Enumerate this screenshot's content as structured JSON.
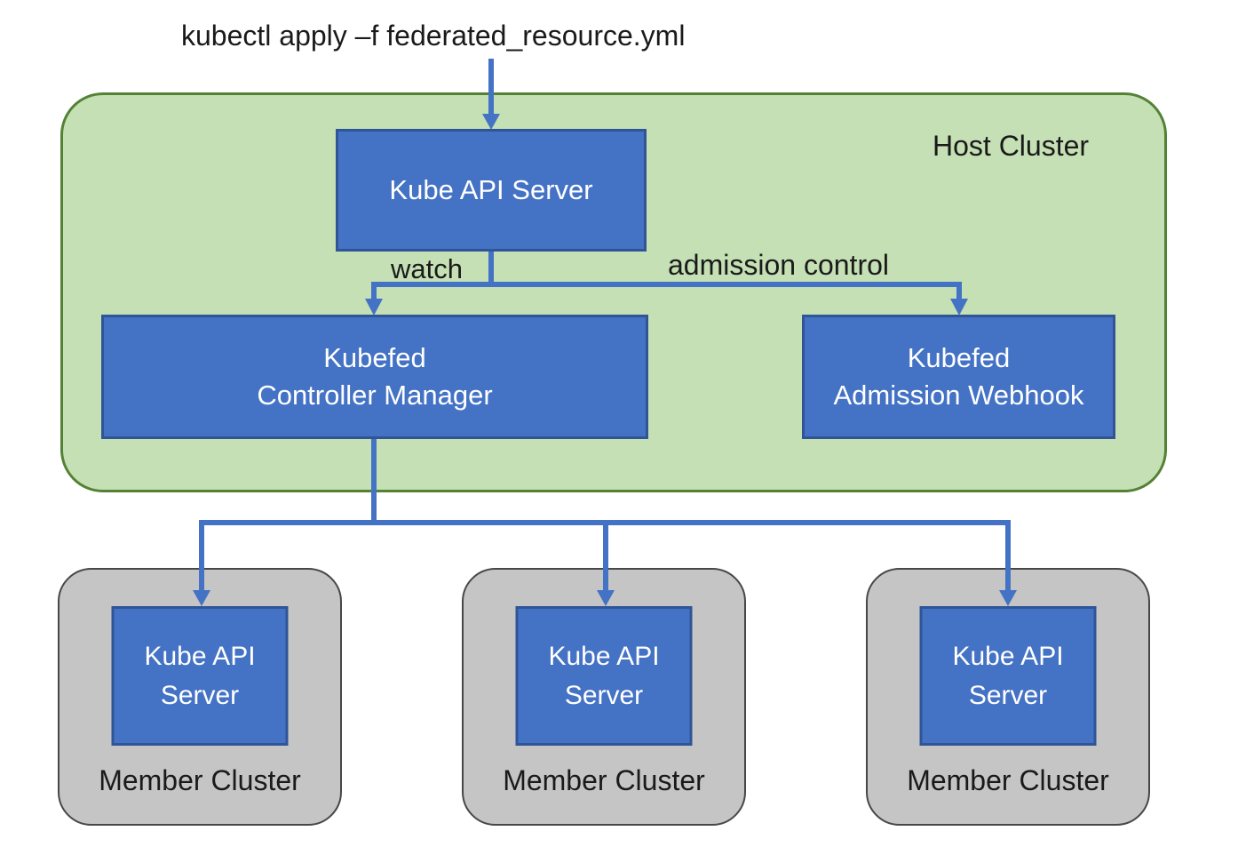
{
  "command": "kubectl apply –f federated_resource.yml",
  "colors": {
    "node_fill": "#4472C4",
    "node_border": "#2F5597",
    "host_fill": "#C5E0B4",
    "host_border": "#548235",
    "member_fill": "#C5C5C5",
    "member_border": "#474747",
    "arrow": "#4472C4"
  },
  "host_cluster": {
    "label": "Host Cluster",
    "nodes": {
      "kube_api_server": {
        "label": "Kube API Server"
      },
      "controller_manager": {
        "label": "Kubefed\nController Manager"
      },
      "admission_webhook": {
        "label": "Kubefed\nAdmission Webhook"
      }
    }
  },
  "edges": {
    "watch_label": "watch",
    "admission_label": "admission control"
  },
  "member_clusters": [
    {
      "label": "Member Cluster",
      "node": "Kube API Server"
    },
    {
      "label": "Member Cluster",
      "node": "Kube API Server"
    },
    {
      "label": "Member Cluster",
      "node": "Kube API Server"
    }
  ]
}
